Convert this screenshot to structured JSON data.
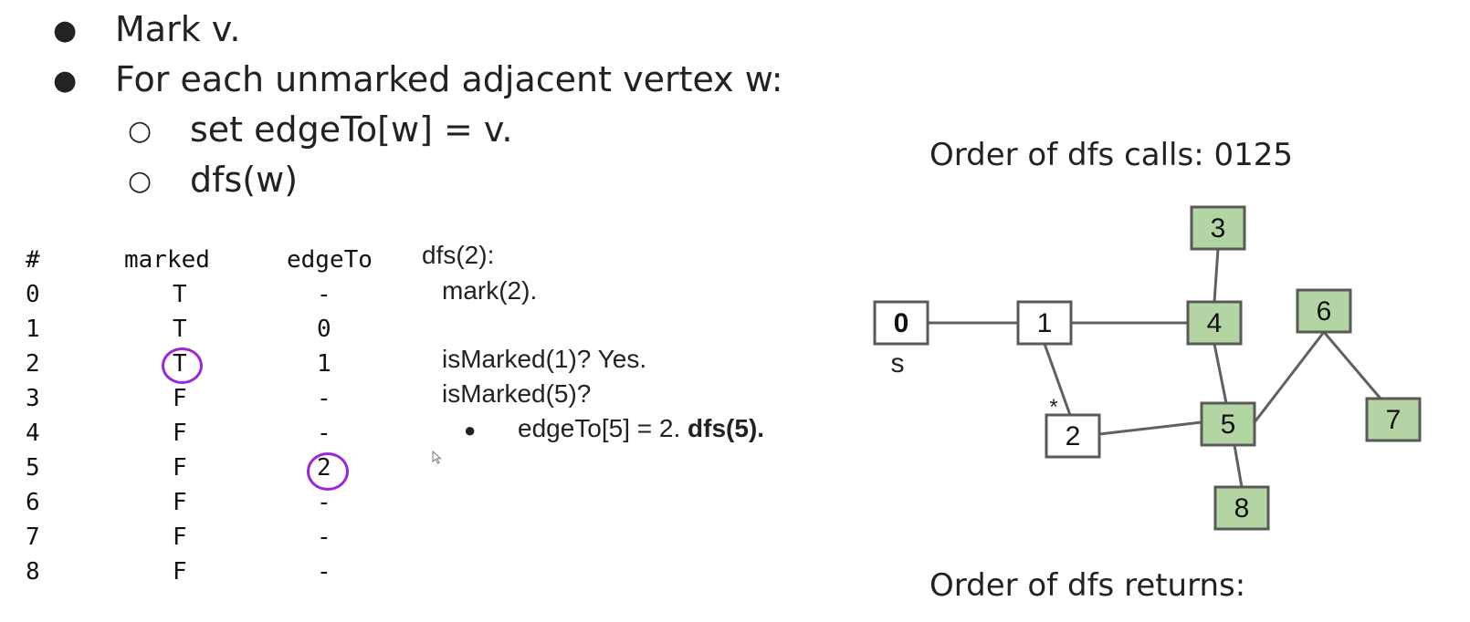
{
  "bullets": [
    {
      "marker": "●",
      "text": "Mark v."
    },
    {
      "marker": "●",
      "text": "For each unmarked adjacent vertex w:"
    },
    {
      "marker": "○",
      "text": "set edgeTo[w] = v."
    },
    {
      "marker": "○",
      "text": "dfs(w)"
    }
  ],
  "table": {
    "headers": [
      "#",
      "marked",
      "edgeTo"
    ],
    "rows": [
      [
        "0",
        "T",
        "-"
      ],
      [
        "1",
        "T",
        "0"
      ],
      [
        "2",
        "T",
        "1"
      ],
      [
        "3",
        "F",
        "-"
      ],
      [
        "4",
        "F",
        "-"
      ],
      [
        "5",
        "F",
        "2"
      ],
      [
        "6",
        "F",
        "-"
      ],
      [
        "7",
        "F",
        "-"
      ],
      [
        "8",
        "F",
        "-"
      ]
    ],
    "highlight_color": "#9b27d8"
  },
  "trace": {
    "line1": "dfs(2):",
    "line2": "mark(2).",
    "line3": "isMarked(1)? Yes.",
    "line4": "isMarked(5)?",
    "bullet": "●",
    "line5": "edgeTo[5] = 2.",
    "line5_bold": "dfs(5)."
  },
  "calls": {
    "label": "Order of dfs calls: 0125"
  },
  "returns": {
    "label": "Order of dfs returns:"
  },
  "graph": {
    "nodes": [
      {
        "id": "0",
        "label": "0",
        "bold": true,
        "fill": "#ffffff"
      },
      {
        "id": "1",
        "label": "1",
        "fill": "#ffffff"
      },
      {
        "id": "2",
        "label": "2",
        "fill": "#ffffff"
      },
      {
        "id": "3",
        "label": "3",
        "fill": "#b3d5a3"
      },
      {
        "id": "4",
        "label": "4",
        "fill": "#b3d5a3"
      },
      {
        "id": "5",
        "label": "5",
        "fill": "#b3d5a3"
      },
      {
        "id": "6",
        "label": "6",
        "fill": "#b3d5a3"
      },
      {
        "id": "7",
        "label": "7",
        "fill": "#b3d5a3"
      },
      {
        "id": "8",
        "label": "8",
        "fill": "#b3d5a3"
      }
    ],
    "edges": [
      [
        "0",
        "1"
      ],
      [
        "1",
        "4"
      ],
      [
        "1",
        "2"
      ],
      [
        "3",
        "4"
      ],
      [
        "4",
        "5"
      ],
      [
        "2",
        "5"
      ],
      [
        "5",
        "6"
      ],
      [
        "6",
        "7"
      ],
      [
        "5",
        "8"
      ]
    ],
    "source_label": "s",
    "star_label": "*",
    "edge_color": "#606060",
    "border_color": "#595959"
  }
}
